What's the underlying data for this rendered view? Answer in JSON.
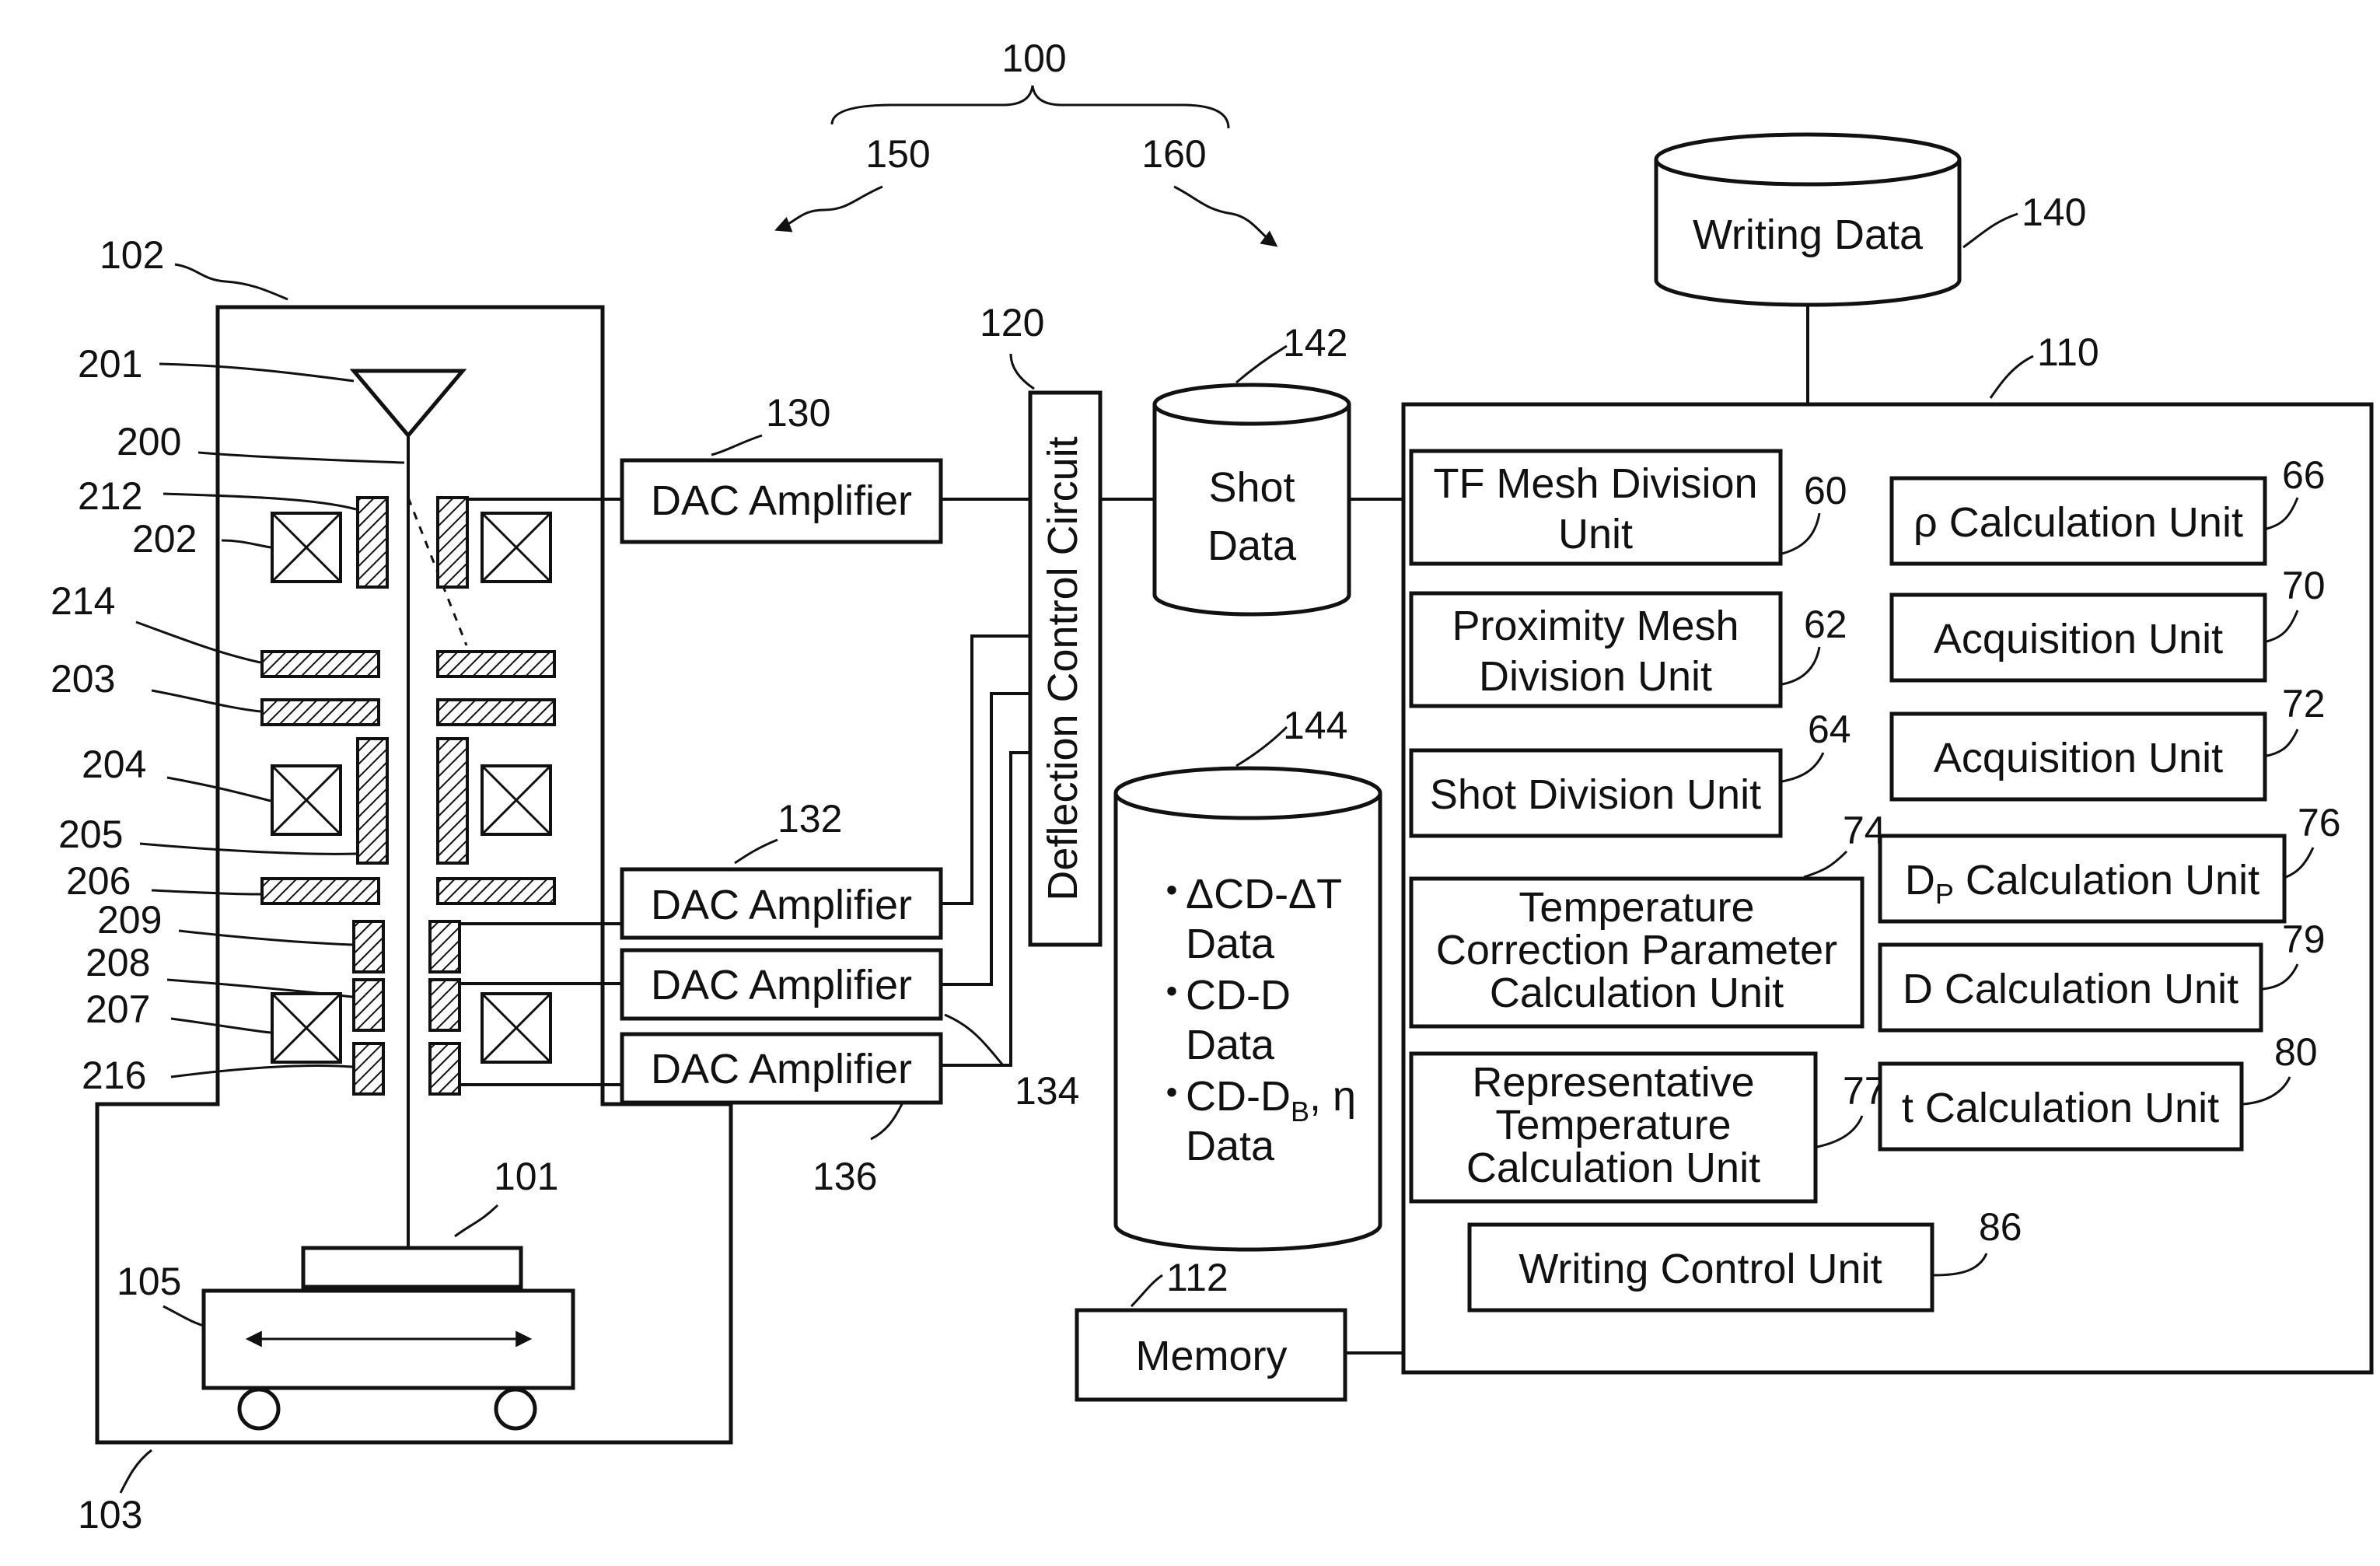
{
  "system_ref": "100",
  "group_refs": {
    "left": "150",
    "right": "160"
  },
  "column": {
    "chamber_ref": "102",
    "lower_chamber_ref": "103",
    "gun_ref": "201",
    "beam_ref": "200",
    "stage_ref": "105",
    "target_ref": "101",
    "component_refs": [
      "212",
      "202",
      "214",
      "203",
      "204",
      "205",
      "206",
      "209",
      "208",
      "207",
      "216"
    ]
  },
  "amplifiers": [
    {
      "label": "DAC Amplifier",
      "ref": "130"
    },
    {
      "label": "DAC Amplifier",
      "ref": "132"
    },
    {
      "label": "DAC Amplifier",
      "ref": "134"
    },
    {
      "label": "DAC Amplifier",
      "ref": "136"
    }
  ],
  "deflection_circuit": {
    "label": "Deflection Control Circuit",
    "ref": "120"
  },
  "shot_data": {
    "line1": "Shot",
    "line2": "Data",
    "ref": "142"
  },
  "writing_data": {
    "label": "Writing Data",
    "ref": "140"
  },
  "storage_144": {
    "ref": "144",
    "items": [
      {
        "bullet": "・",
        "line1": "ΔCD-ΔT",
        "line2": "Data"
      },
      {
        "bullet": "・",
        "line1": "CD-D",
        "line2": "Data"
      },
      {
        "bullet": "・",
        "line1_pre": "CD-D",
        "line1_sub": "B",
        "line1_post": ", η",
        "line2": "Data"
      }
    ]
  },
  "memory": {
    "label": "Memory",
    "ref": "112"
  },
  "control_computer": {
    "ref": "110",
    "units": [
      {
        "lines": [
          "TF Mesh Division",
          "Unit"
        ],
        "ref": "60"
      },
      {
        "lines": [
          "Proximity Mesh",
          "Division Unit"
        ],
        "ref": "62"
      },
      {
        "lines": [
          "Shot Division Unit"
        ],
        "ref": "64"
      },
      {
        "lines": [
          "Temperature",
          "Correction Parameter",
          "Calculation Unit"
        ],
        "ref": "74"
      },
      {
        "lines": [
          "Representative",
          "Temperature",
          "Calculation Unit"
        ],
        "ref": "77"
      },
      {
        "lines": [
          "Writing Control Unit"
        ],
        "ref": "86"
      },
      {
        "lines": [
          "ρ Calculation Unit"
        ],
        "ref": "66"
      },
      {
        "lines": [
          "Acquisition Unit"
        ],
        "ref": "70"
      },
      {
        "lines": [
          "Acquisition Unit"
        ],
        "ref": "72"
      },
      {
        "label_pre": "D",
        "label_sub": "P",
        "label_post": " Calculation Unit",
        "ref": "76"
      },
      {
        "lines": [
          "D Calculation Unit"
        ],
        "ref": "79"
      },
      {
        "lines": [
          "t Calculation Unit"
        ],
        "ref": "80"
      }
    ]
  }
}
